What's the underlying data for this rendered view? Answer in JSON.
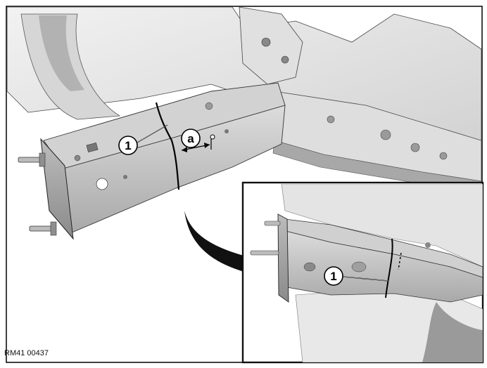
{
  "callouts": {
    "main_part_number": "1",
    "main_dimension_letter": "a",
    "detail_part_number": "1"
  },
  "reference_code": "RM41 00437",
  "colors": {
    "frame": "#111111",
    "sheet_metal_light": "#e9e9e9",
    "sheet_metal_mid": "#c9c9c9",
    "sheet_metal_dark": "#8d8d8d",
    "cut_line": "#000000"
  }
}
